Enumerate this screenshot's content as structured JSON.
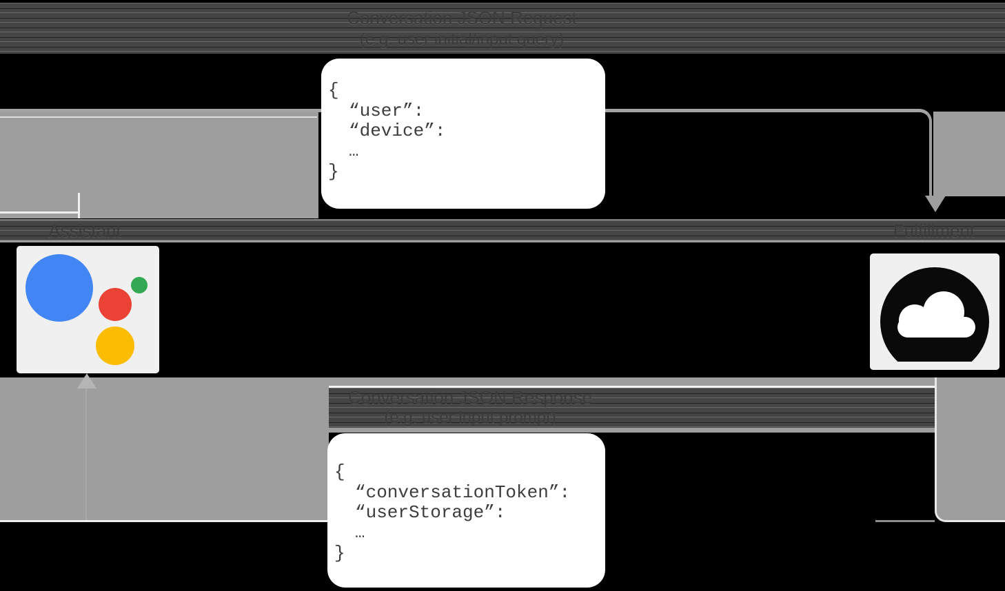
{
  "request": {
    "title_line1": "Conversation JSON Request",
    "title_line2": "(e.g. user initial/input query)",
    "code_lines": [
      "{",
      "“user”:",
      "“device”:",
      "…",
      "}"
    ]
  },
  "response": {
    "title_line1": "Conversation JSON Response",
    "title_line2": "(e.g. user input prompt)",
    "code_lines": [
      "{",
      "“conversationToken”:",
      "“userStorage”:",
      "…",
      "}"
    ]
  },
  "nodes": {
    "assistant": {
      "label": "Assistant"
    },
    "fulfillment": {
      "label": "Fulfillment"
    }
  },
  "icons": {
    "assistant": "google-assistant-logo-icon",
    "fulfillment": "cloud-icon"
  },
  "colors": {
    "arrow_gray": "#9e9e9e",
    "stripe_band": "#454545",
    "icon_tile_bg": "#f0f0f0",
    "code_box_bg": "#ffffff",
    "text_dark": "#3d3d3d",
    "assistant_blue": "#4285f4",
    "assistant_green": "#34a853",
    "assistant_red": "#ea4335",
    "assistant_yellow": "#fbbc04",
    "cloud_disc_black": "#0a0a0a"
  }
}
